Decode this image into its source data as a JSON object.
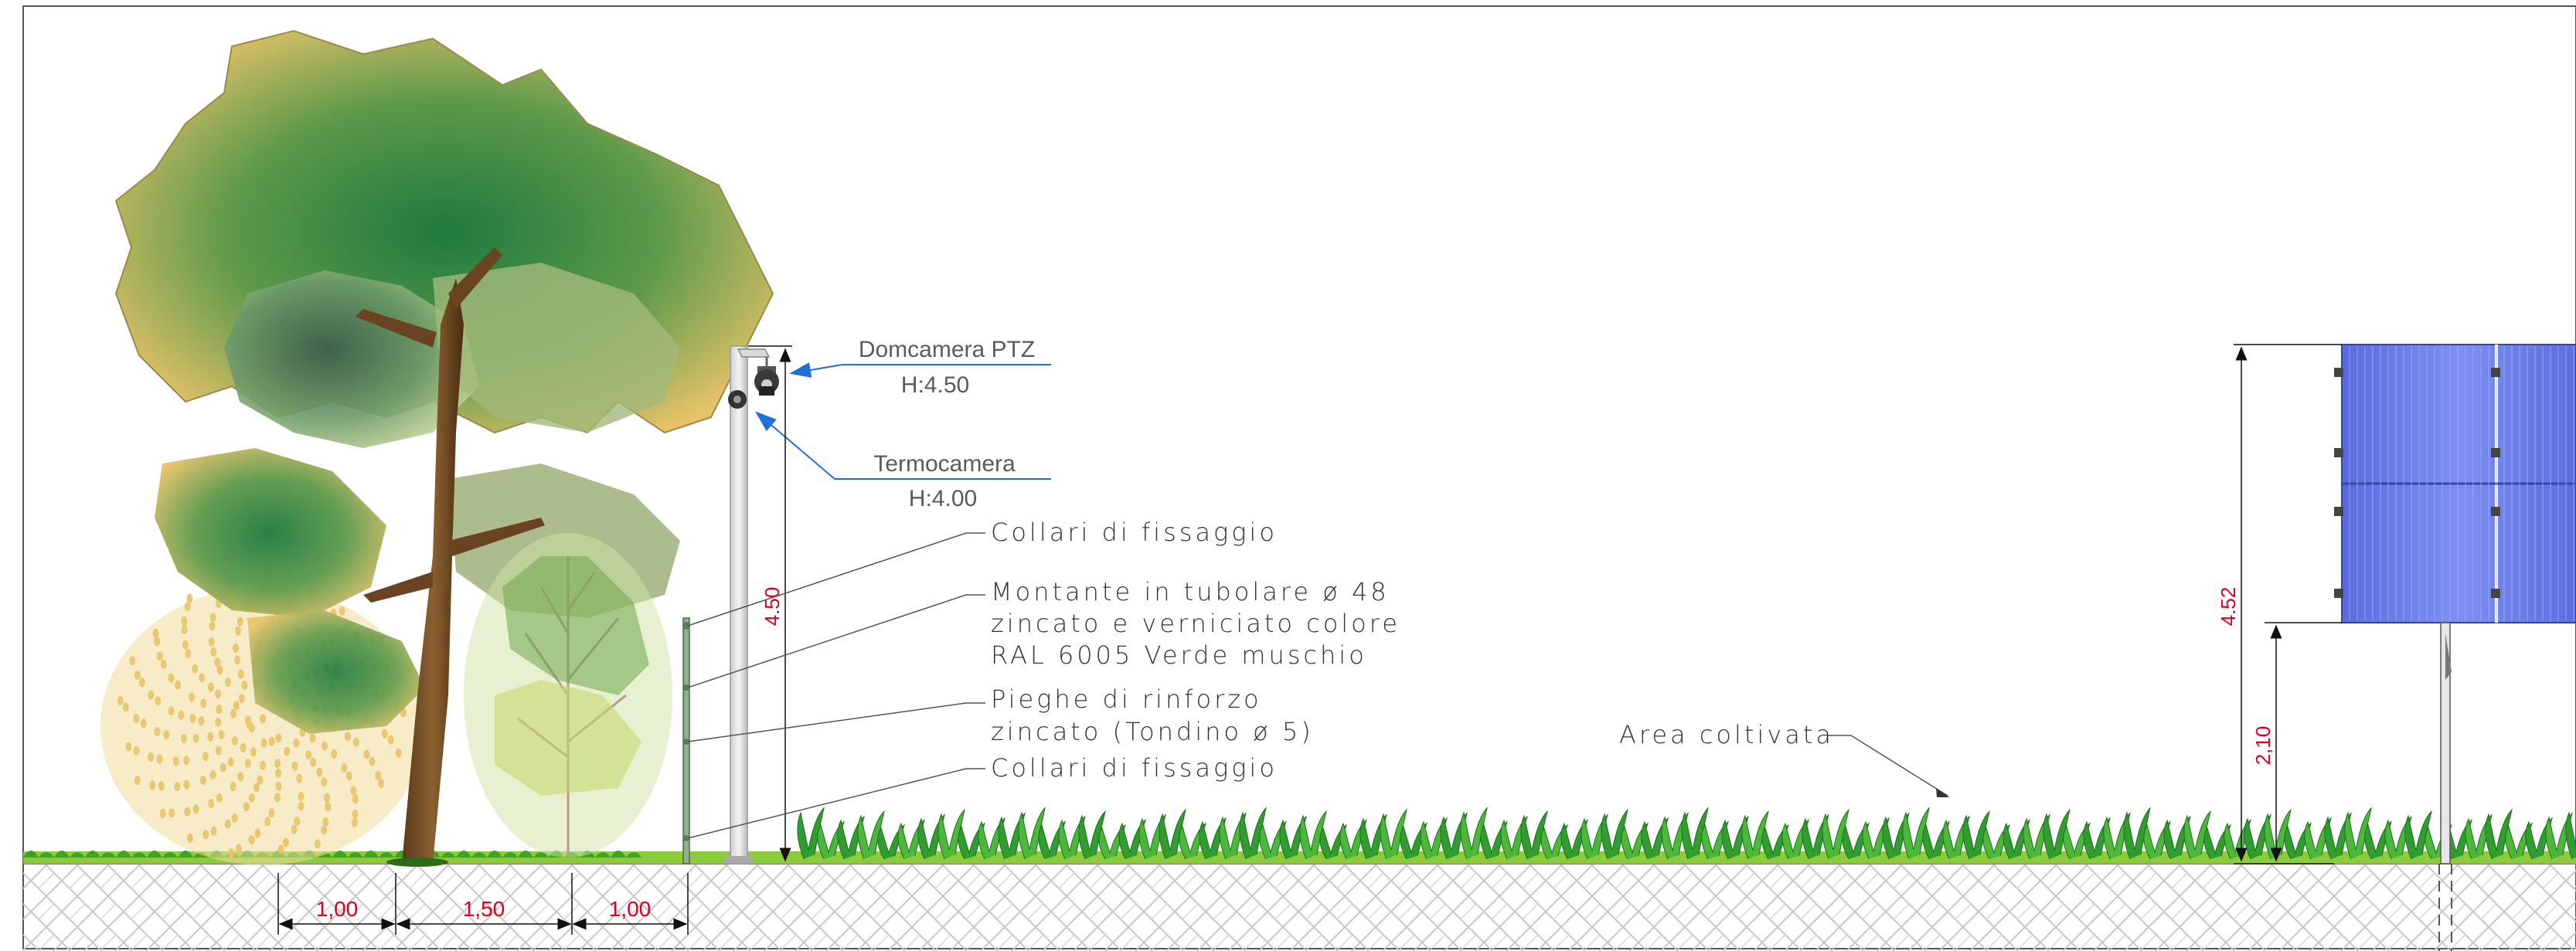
{
  "camera_labels": {
    "dome_name": "Domcamera PTZ",
    "dome_height": "H:4.50",
    "thermal_name": "Termocamera",
    "thermal_height": "H:4.00"
  },
  "notes": {
    "collars_top": "Collari di fissaggio",
    "post_line1": "Montante in tubolare ø 48",
    "post_line2": "zincato e verniciato colore",
    "post_line3": "RAL 6005 Verde muschio",
    "bends_line1": "Pieghe di rinforzo",
    "bends_line2": "zincato (Tondino ø 5)",
    "collars_bottom": "Collari di fissaggio",
    "crop_area": "Area coltivata"
  },
  "dimensions": {
    "pole_height": "4.50",
    "panel_height": "4.52",
    "panel_clearance": "2,10",
    "spacing_1": "1,00",
    "spacing_2": "1,50",
    "spacing_3": "1,00"
  },
  "colors": {
    "dimension_text": "#e0001b",
    "camera_leader": "#1f6fd8",
    "foliage_dark": "#1e7a3e",
    "foliage_light": "#e8c36a",
    "panel_blue": "#6a7ae6",
    "crop_green": "#2f9e2f",
    "ground_hatch": "#c8c8c8"
  },
  "icons": {
    "tree": "tree-icon",
    "shrub": "shrub-icon",
    "pole": "camera-pole-icon",
    "dome_camera": "dome-camera-icon",
    "thermal_camera": "thermal-camera-icon",
    "solar_panel": "solar-panel-icon",
    "crops": "crop-row-icon"
  }
}
